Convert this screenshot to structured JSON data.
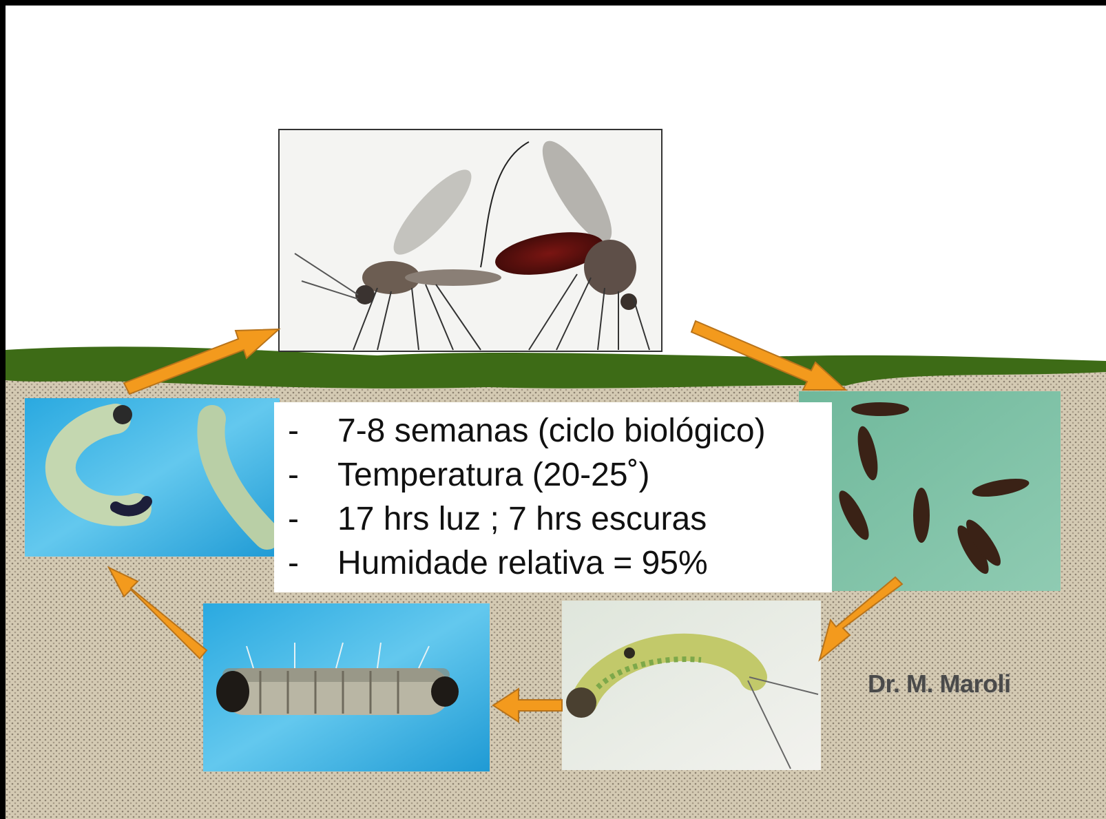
{
  "diagram": {
    "stages": [
      {
        "name": "adult-pair-photo",
        "icon": "sandfly-adults-mating"
      },
      {
        "name": "eggs-photo",
        "icon": "sandfly-eggs"
      },
      {
        "name": "first-instar-larva-photo",
        "icon": "larva-early"
      },
      {
        "name": "fourth-instar-larva-photo",
        "icon": "larva-late"
      },
      {
        "name": "pupa-photo",
        "icon": "pupae"
      }
    ],
    "colors": {
      "ground": "#cfc4ac",
      "grass": "#3d6b16",
      "arrow": "#f39a1d",
      "arrow_outline": "#b8731a"
    }
  },
  "info_box": {
    "items": [
      {
        "marker": "-",
        "text": "7-8 semanas (ciclo biológico)"
      },
      {
        "marker": "-",
        "text": "Temperatura (20-25˚)"
      },
      {
        "marker": "-",
        "text": "17 hrs luz ; 7 hrs escuras"
      },
      {
        "marker": "-",
        "text": "Humidade relativa = 95%"
      }
    ]
  },
  "credit": "Dr. M. Maroli"
}
